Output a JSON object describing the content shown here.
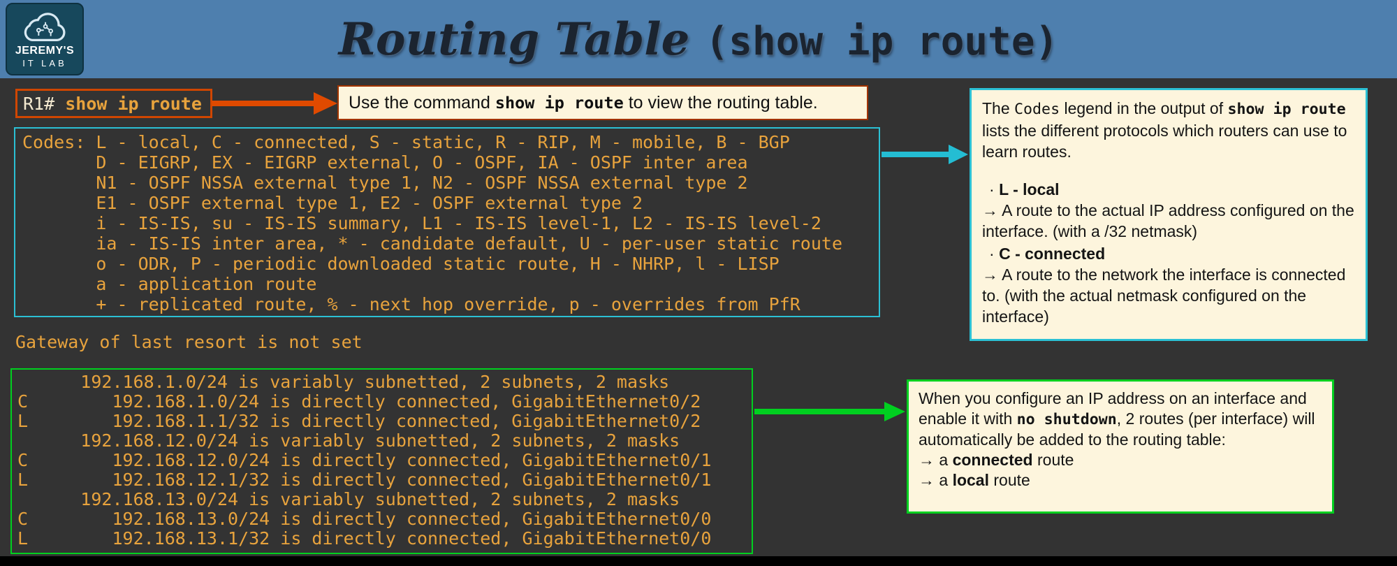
{
  "header": {
    "title_script": "Routing Table ",
    "title_mono": "(show ip route)",
    "logo": {
      "line1": "JEREMY'S",
      "line2": "IT LAB"
    }
  },
  "prompt": {
    "segments": [
      {
        "t": "R1# ",
        "c": "cream"
      },
      {
        "t": "show ip route",
        "b": 1,
        "c": "orange"
      }
    ]
  },
  "callout_cmd": {
    "segments": [
      {
        "t": "Use the command "
      },
      {
        "t": "show ip route",
        "b": 1,
        "m": 1
      },
      {
        "t": " to view the routing table."
      }
    ]
  },
  "terminal": {
    "codes_lines": [
      "Codes: L - local, C - connected, S - static, R - RIP, M - mobile, B - BGP",
      "       D - EIGRP, EX - EIGRP external, O - OSPF, IA - OSPF inter area",
      "       N1 - OSPF NSSA external type 1, N2 - OSPF NSSA external type 2",
      "       E1 - OSPF external type 1, E2 - OSPF external type 2",
      "       i - IS-IS, su - IS-IS summary, L1 - IS-IS level-1, L2 - IS-IS level-2",
      "       ia - IS-IS inter area, * - candidate default, U - per-user static route",
      "       o - ODR, P - periodic downloaded static route, H - NHRP, l - LISP",
      "       a - application route",
      "       + - replicated route, % - next hop override, p - overrides from PfR"
    ],
    "gateway_line": "Gateway of last resort is not set",
    "route_lines": [
      "      192.168.1.0/24 is variably subnetted, 2 subnets, 2 masks",
      "C        192.168.1.0/24 is directly connected, GigabitEthernet0/2",
      "L        192.168.1.1/32 is directly connected, GigabitEthernet0/2",
      "      192.168.12.0/24 is variably subnetted, 2 subnets, 2 masks",
      "C        192.168.12.0/24 is directly connected, GigabitEthernet0/1",
      "L        192.168.12.1/32 is directly connected, GigabitEthernet0/1",
      "      192.168.13.0/24 is variably subnetted, 2 subnets, 2 masks",
      "C        192.168.13.0/24 is directly connected, GigabitEthernet0/0",
      "L        192.168.13.1/32 is directly connected, GigabitEthernet0/0"
    ]
  },
  "callout_codes": {
    "p1": [
      {
        "t": "The "
      },
      {
        "t": "Codes",
        "m": 1
      },
      {
        "t": " legend in the output of "
      },
      {
        "t": "show ip route",
        "b": 1,
        "m": 1
      },
      {
        "t": " lists the different protocols which routers can use to learn routes."
      }
    ],
    "bullet1_title": [
      {
        "t": "· "
      },
      {
        "t": "L - local",
        "b": 1
      }
    ],
    "bullet1_body": "→ A route to the actual IP address configured on the interface. (with a /32 netmask)",
    "bullet2_title": [
      {
        "t": "· "
      },
      {
        "t": "C - connected",
        "b": 1
      }
    ],
    "bullet2_body": "→  A route to the network the interface is connected to. (with the actual netmask configured on the interface)"
  },
  "callout_routes": {
    "p1": [
      {
        "t": "When you configure an IP address on an interface and enable it with "
      },
      {
        "t": "no shutdown",
        "b": 1,
        "m": 1
      },
      {
        "t": ", 2 routes (per interface) will automatically be added to the routing table:"
      }
    ],
    "line1": [
      {
        "t": "→ a "
      },
      {
        "t": "connected",
        "b": 1
      },
      {
        "t": " route"
      }
    ],
    "line2": [
      {
        "t": "→ a "
      },
      {
        "t": "local",
        "b": 1
      },
      {
        "t": " route"
      }
    ]
  },
  "colors": {
    "background": "#333333",
    "header_blue": "#4e7fae",
    "logo_teal": "#17485c",
    "terminal_orange": "#e8a33d",
    "accent_red_orange": "#d04600",
    "accent_cyan": "#2bc0d4",
    "accent_green": "#00cf1f",
    "callout_cream": "#fdf5dd",
    "title_dark": "#1b2430"
  }
}
